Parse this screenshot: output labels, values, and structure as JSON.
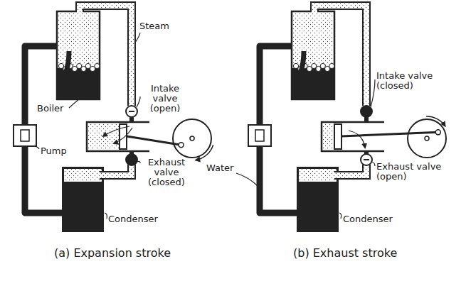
{
  "diagram": {
    "labels": [
      "Steam",
      "Intake valve (open)",
      "Boiler",
      "Pump",
      "Exhaust valve (closed)",
      "Condenser",
      "(a) Expansion stroke",
      "Intake valve (closed)",
      "Exhaust valve (open)",
      "Water",
      "Condenser",
      "(b) Exhaust stroke"
    ]
  }
}
